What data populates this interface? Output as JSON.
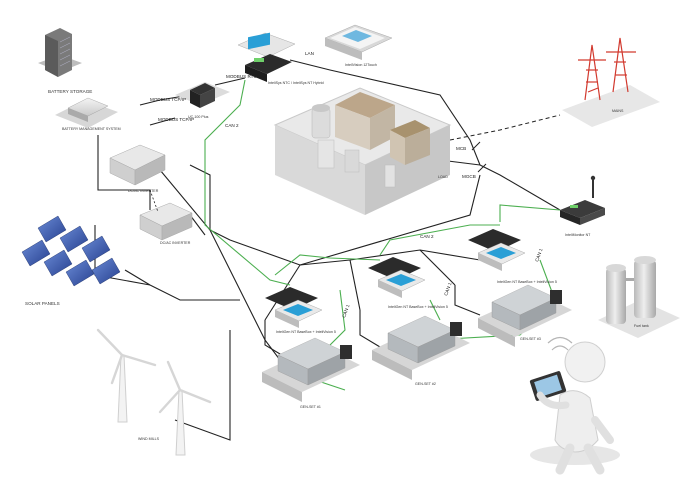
{
  "diagram": {
    "labels": {
      "battery_storage": "BATTERY STORAGE",
      "battery_management_system": "BATTERY MANAGEMENT SYSTEM",
      "dc_ac_inverter_1": "DC/AC INVERTER",
      "dc_ac_inverter_2": "DC/AC INVERTER",
      "solar_panels": "SOLAR PANELS",
      "wind_mills": "WIND MILLS",
      "converter": "UC-100 Plus",
      "rtu_controller": "InteliSys NTC / InteliSys NT Hybrid",
      "touch_display": "InteliVision 12Touch",
      "load": "LOAD",
      "mains": "MAINS",
      "mcb": "MCB",
      "mgcb": "MGCB",
      "gateway": "InteliMonitor NT",
      "fuel_tank": "Fuel tank",
      "gen_set_1": "GEN-SET #1",
      "gen_set_2": "GEN-SET #2",
      "gen_set_3": "GEN-SET #3",
      "controller_1": "InteliGen NT BaseBox + InteliVision 5",
      "controller_2": "InteliGen NT BaseBox + InteliVision 5",
      "controller_3": "InteliGen NT BaseBox + InteliVision 5"
    },
    "connections": {
      "modbus_tcpip_left": "MODBUS TCP/IP",
      "modbus_tcpip_mid": "MODBUS TCP/IP",
      "modbus_rtu": "MODBUS RTU",
      "lan": "LAN",
      "can2_top": "CAN 2",
      "can2_mid": "CAN 2",
      "can1_right": "CAN 1",
      "can1_a": "CAN 1",
      "can1_b": "CAN 1"
    },
    "colors": {
      "can_line": "#4caf50",
      "power_line": "#222222",
      "mains_tower": "#d23a2f",
      "screen": "#2a9fd6"
    }
  }
}
